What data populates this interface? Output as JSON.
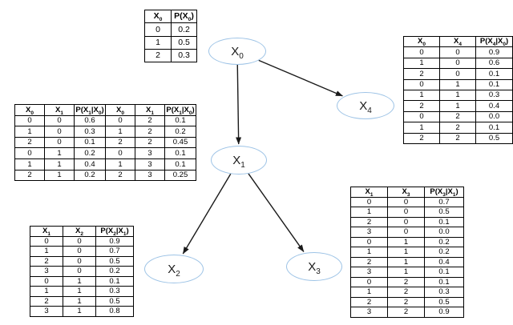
{
  "colors": {
    "node_border": "#9DC3E6",
    "arrow": "#1a1a1a",
    "table_border": "#000000",
    "background": "#ffffff"
  },
  "nodes": [
    {
      "id": "X0",
      "base": "X",
      "sub": "0"
    },
    {
      "id": "X1",
      "base": "X",
      "sub": "1"
    },
    {
      "id": "X2",
      "base": "X",
      "sub": "2"
    },
    {
      "id": "X3",
      "base": "X",
      "sub": "3"
    },
    {
      "id": "X4",
      "base": "X",
      "sub": "4"
    }
  ],
  "edges": [
    {
      "from": "X0",
      "to": "X4"
    },
    {
      "from": "X0",
      "to": "X1"
    },
    {
      "from": "X1",
      "to": "X2"
    },
    {
      "from": "X1",
      "to": "X3"
    }
  ],
  "tables": [
    {
      "name": "P(X0)",
      "headers": [
        "X_0",
        "P(X_0)"
      ],
      "rows": [
        [
          "0",
          "0.2"
        ],
        [
          "1",
          "0.5"
        ],
        [
          "2",
          "0.3"
        ]
      ]
    },
    {
      "name": "P(X1|X0)",
      "headers": [
        "X_0",
        "X_1",
        "P(X_1|X_0)",
        "X_0",
        "X_1",
        "P(X_1|X_0)"
      ],
      "rows": [
        [
          "0",
          "0",
          "0.6",
          "0",
          "2",
          "0.1"
        ],
        [
          "1",
          "0",
          "0.3",
          "1",
          "2",
          "0.2"
        ],
        [
          "2",
          "0",
          "0.1",
          "2",
          "2",
          "0.45"
        ],
        [
          "0",
          "1",
          "0.2",
          "0",
          "3",
          "0.1"
        ],
        [
          "1",
          "1",
          "0.4",
          "1",
          "3",
          "0.1"
        ],
        [
          "2",
          "1",
          "0.2",
          "2",
          "3",
          "0.25"
        ]
      ]
    },
    {
      "name": "P(X4|X0)",
      "headers": [
        "X_0",
        "X_4",
        "P(X_4|X_0)"
      ],
      "rows": [
        [
          "0",
          "0",
          "0.9"
        ],
        [
          "1",
          "0",
          "0.6"
        ],
        [
          "2",
          "0",
          "0.1"
        ],
        [
          "0",
          "1",
          "0.1"
        ],
        [
          "1",
          "1",
          "0.3"
        ],
        [
          "2",
          "1",
          "0.4"
        ],
        [
          "0",
          "2",
          "0.0"
        ],
        [
          "1",
          "2",
          "0.1"
        ],
        [
          "2",
          "2",
          "0.5"
        ]
      ]
    },
    {
      "name": "P(X2|X1)",
      "headers": [
        "X_1",
        "X_2",
        "P(X_2|X_1)"
      ],
      "rows": [
        [
          "0",
          "0",
          "0.9"
        ],
        [
          "1",
          "0",
          "0.7"
        ],
        [
          "2",
          "0",
          "0.5"
        ],
        [
          "3",
          "0",
          "0.2"
        ],
        [
          "0",
          "1",
          "0.1"
        ],
        [
          "1",
          "1",
          "0.3"
        ],
        [
          "2",
          "1",
          "0.5"
        ],
        [
          "3",
          "1",
          "0.8"
        ]
      ]
    },
    {
      "name": "P(X3|X1)",
      "headers": [
        "X_1",
        "X_3",
        "P(X_3|X_1)"
      ],
      "rows": [
        [
          "0",
          "0",
          "0.7"
        ],
        [
          "1",
          "0",
          "0.5"
        ],
        [
          "2",
          "0",
          "0.1"
        ],
        [
          "3",
          "0",
          "0.0"
        ],
        [
          "0",
          "1",
          "0.2"
        ],
        [
          "1",
          "1",
          "0.2"
        ],
        [
          "2",
          "1",
          "0.4"
        ],
        [
          "3",
          "1",
          "0.1"
        ],
        [
          "0",
          "2",
          "0.1"
        ],
        [
          "1",
          "2",
          "0.3"
        ],
        [
          "2",
          "2",
          "0.5"
        ],
        [
          "3",
          "2",
          "0.9"
        ]
      ]
    }
  ]
}
